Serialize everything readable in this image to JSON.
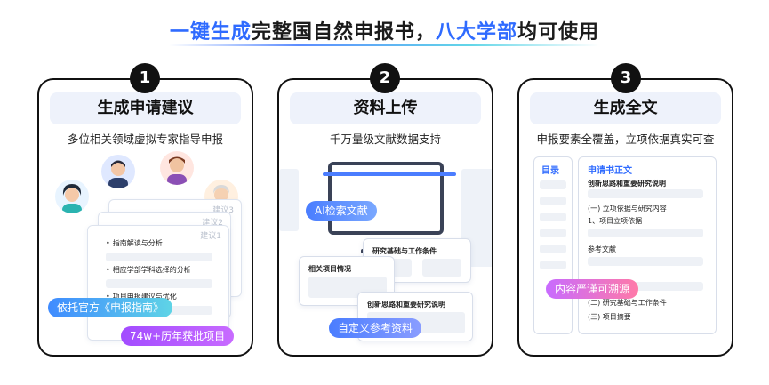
{
  "headline": {
    "part1": "一键生成",
    "part2": "完整国自然申报书，",
    "part3": "八大学部",
    "part4": "均可使用"
  },
  "colors": {
    "accent_blue": "#2f6bff",
    "card_border": "#111111",
    "pill_blue": "#3f8bff",
    "pill_purple": "#a24cff",
    "pill_pink": "#c86bff"
  },
  "cards": [
    {
      "number": "1",
      "title": "生成申请建议",
      "subtitle": "多位相关领域虚拟专家指导申报",
      "papers": [
        {
          "tag": "建议3"
        },
        {
          "tag": "建议2"
        },
        {
          "tag": "建议1"
        }
      ],
      "bullets": [
        "指南解读与分析",
        "相应学部学科选择的分析",
        "项目申报建议与优化"
      ],
      "pill_guide": "依托官方《申报指南》",
      "pill_projects": "74w+历年获批项目",
      "avatar_icons": [
        "expert-avatar-icon",
        "expert-avatar-icon",
        "expert-avatar-icon",
        "expert-avatar-icon"
      ]
    },
    {
      "number": "2",
      "title": "资料上传",
      "subtitle": "千万量级文献数据支持",
      "pill_search": "AI检索文献",
      "card_related": "相关项目情况",
      "card_research": "研究基础与工作条件",
      "card_innovation": "创新思路和重要研究说明",
      "pill_custom": "自定义参考资料"
    },
    {
      "number": "3",
      "title": "生成全文",
      "subtitle": "申报要素全覆盖，立项依据真实可查",
      "toc_title": "目录",
      "doc_title": "申请书正文",
      "doc_lines": [
        "创新思路和重要研究说明",
        "(一) 立项依据与研究内容",
        "1、项目立项依据",
        "参考文献",
        "(二) 研究基础与工作条件",
        "(三) 项目摘要"
      ],
      "pill_trace": "内容严谨可溯源"
    }
  ]
}
